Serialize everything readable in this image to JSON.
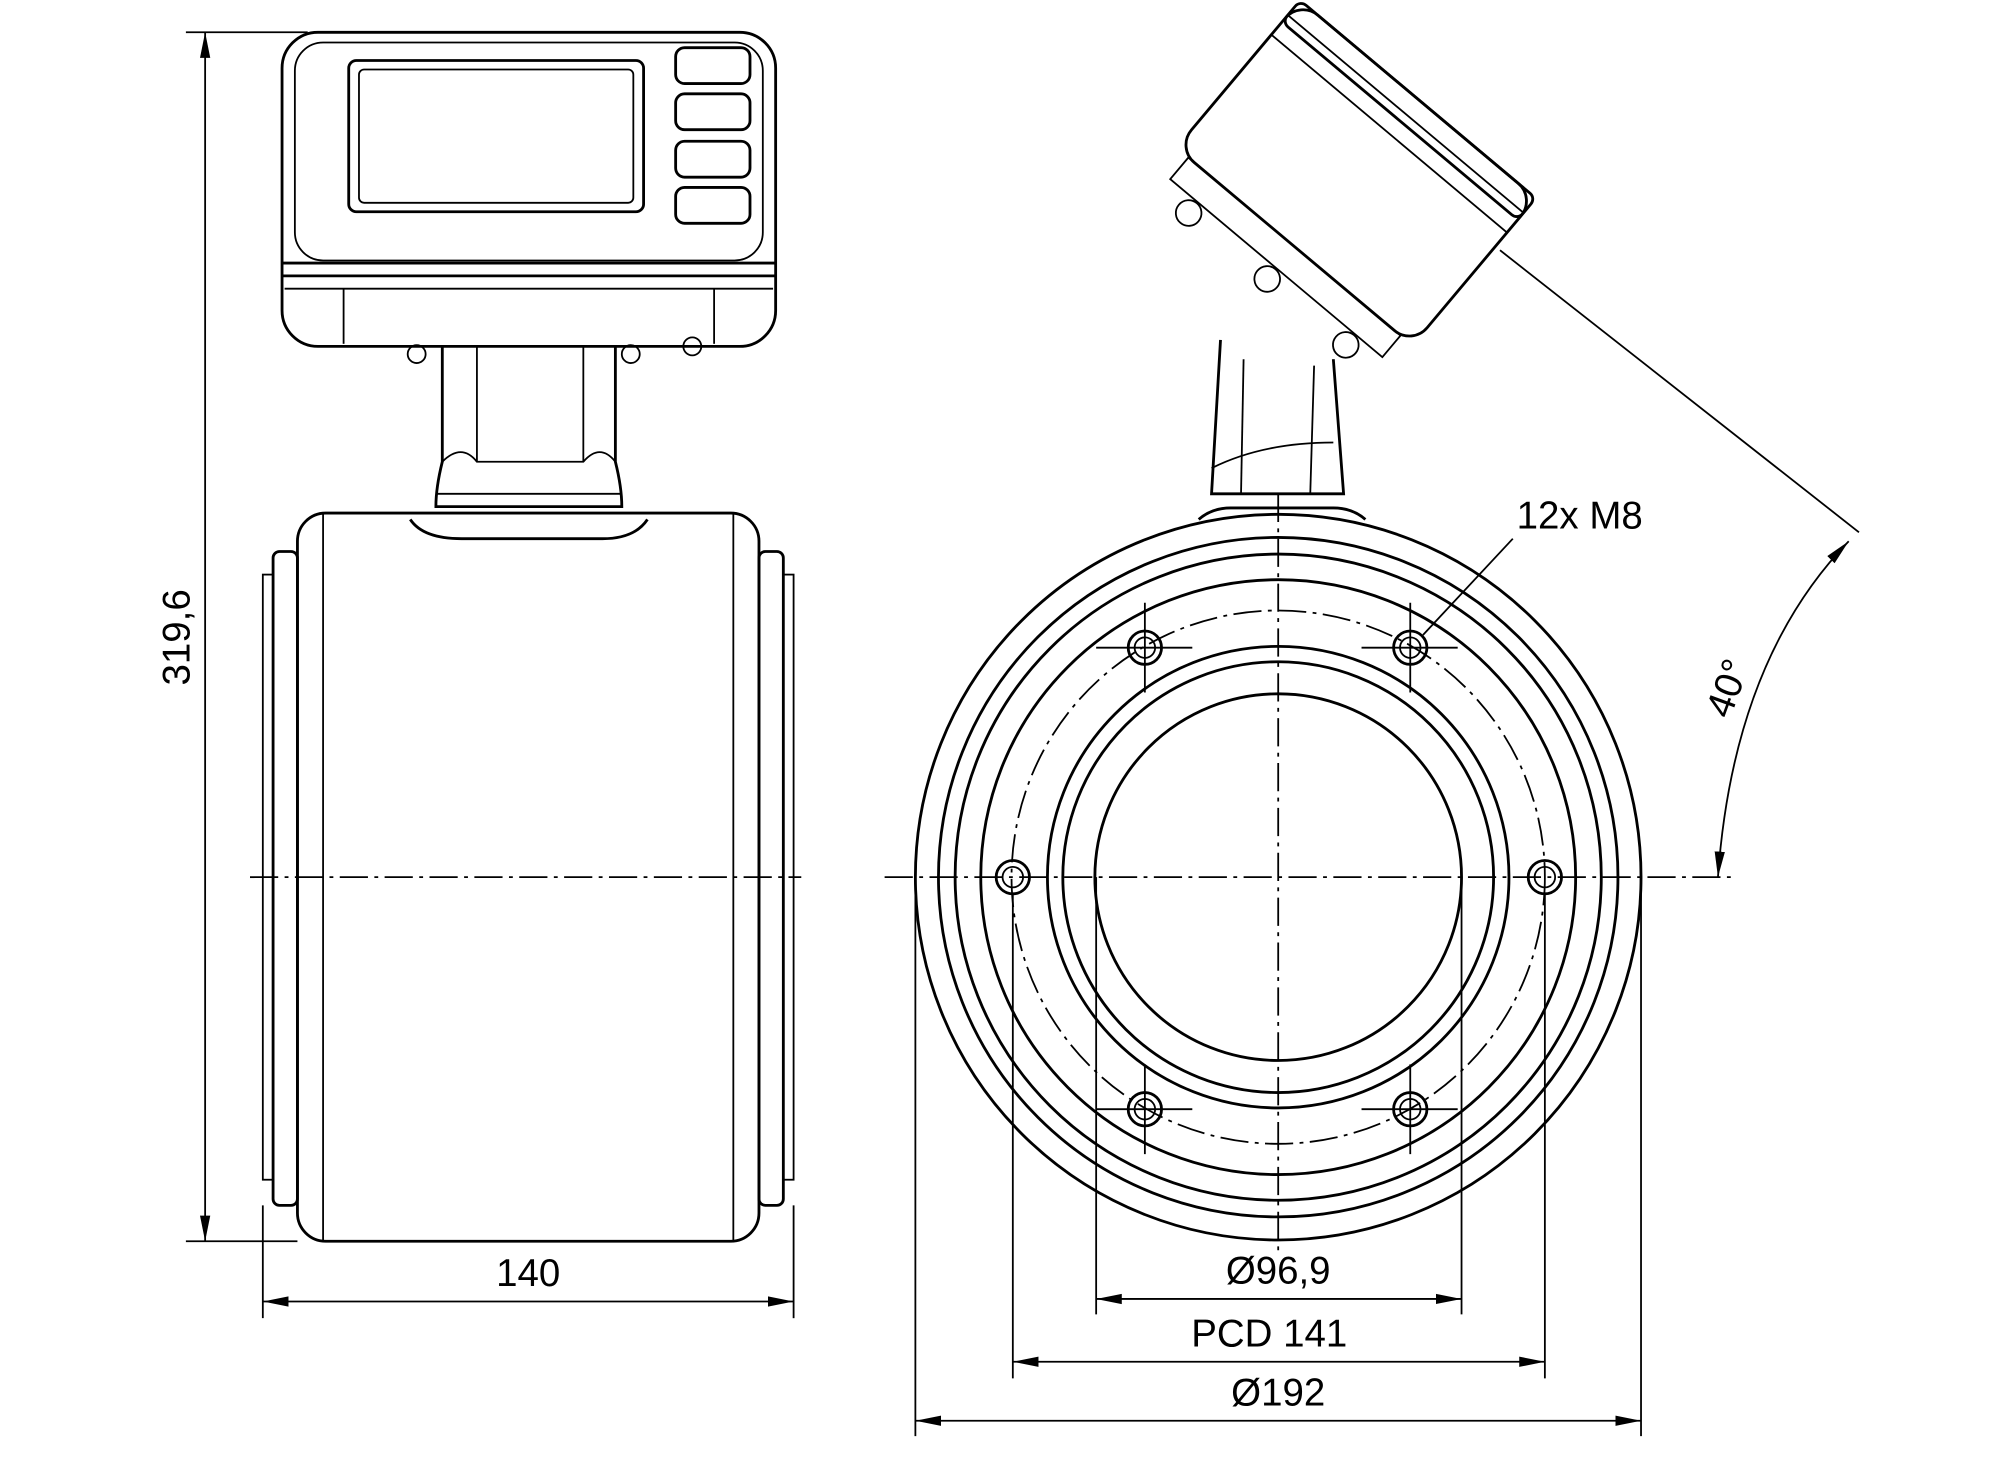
{
  "drawing": {
    "dimensions": {
      "height": "319,6",
      "width": "140",
      "bore": "Ø96,9",
      "pcd": "PCD 141",
      "outer": "Ø192",
      "angle": "40°"
    },
    "callout": "12x M8"
  }
}
